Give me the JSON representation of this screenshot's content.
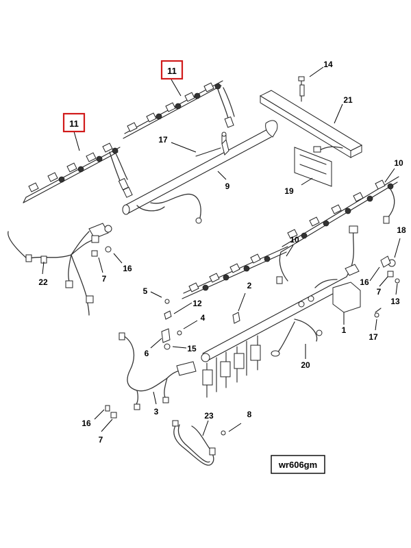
{
  "callouts": {
    "c11a": "11",
    "c11b": "11",
    "c14": "14",
    "c21": "21",
    "c17a": "17",
    "c9": "9",
    "c19": "19",
    "c10a": "10",
    "c10b": "10",
    "c18": "18",
    "c22": "22",
    "c7a": "7",
    "c16a": "16",
    "c5": "5",
    "c12": "12",
    "c2": "2",
    "c4": "4",
    "c6": "6",
    "c15": "15",
    "c3": "3",
    "c1": "1",
    "c16b": "16",
    "c7b": "7",
    "c13": "13",
    "c17b": "17",
    "c20": "20",
    "c16c": "16",
    "c7c": "7",
    "c23": "23",
    "c8": "8"
  },
  "reference_code": "wr606gm",
  "highlight_color": "#d11a1a"
}
